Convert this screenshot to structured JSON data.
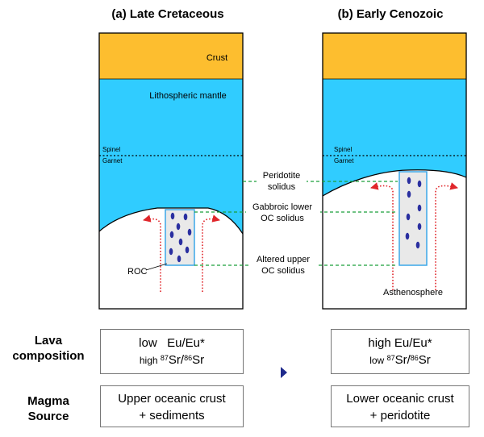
{
  "panels": {
    "a": {
      "title": "(a) Late Cretaceous",
      "crust": "Crust",
      "mantle": "Lithospheric mantle",
      "spinel": "Spinel",
      "garnet": "Garnet",
      "roc": "ROC"
    },
    "b": {
      "title": "(b) Early Cenozoic",
      "spinel": "Spinel",
      "garnet": "Garnet",
      "asthenosphere": "Asthenosphere"
    }
  },
  "solidus": {
    "peridotite": [
      "Peridotite",
      "solidus"
    ],
    "gabbroic": [
      "Gabbroic lower",
      "OC solidus"
    ],
    "altered": [
      "Altered upper",
      "OC solidus"
    ]
  },
  "rows": {
    "lava_label": [
      "Lava",
      "composition"
    ],
    "magma_label": [
      "Magma",
      "Source"
    ]
  },
  "boxes": {
    "lava_a": {
      "line1": "low   Eu/Eu*",
      "pre": "high ",
      "sr1": "87",
      "mid": "Sr/",
      "sr2": "86",
      "post": "Sr"
    },
    "lava_b": {
      "line1": "high Eu/Eu*",
      "pre": "low ",
      "sr1": "87",
      "mid": "Sr/",
      "sr2": "86",
      "post": "Sr"
    },
    "magma_a": [
      "Upper oceanic crust",
      "+ sediments"
    ],
    "magma_b": [
      "Lower oceanic crust",
      "+ peridotite"
    ]
  },
  "colors": {
    "crust": "#FDBE2F",
    "mantle": "#30CCFF",
    "asthenosphere": "#FFFFFF",
    "solidus_line": "#1A9F3A",
    "flow_arrow": "#E0262B",
    "melt_dot": "#2A2FA0",
    "column_border": "#3BA7E8",
    "column_fill": "#E9E9E9",
    "transition_arrow": "#1F2A8C"
  }
}
